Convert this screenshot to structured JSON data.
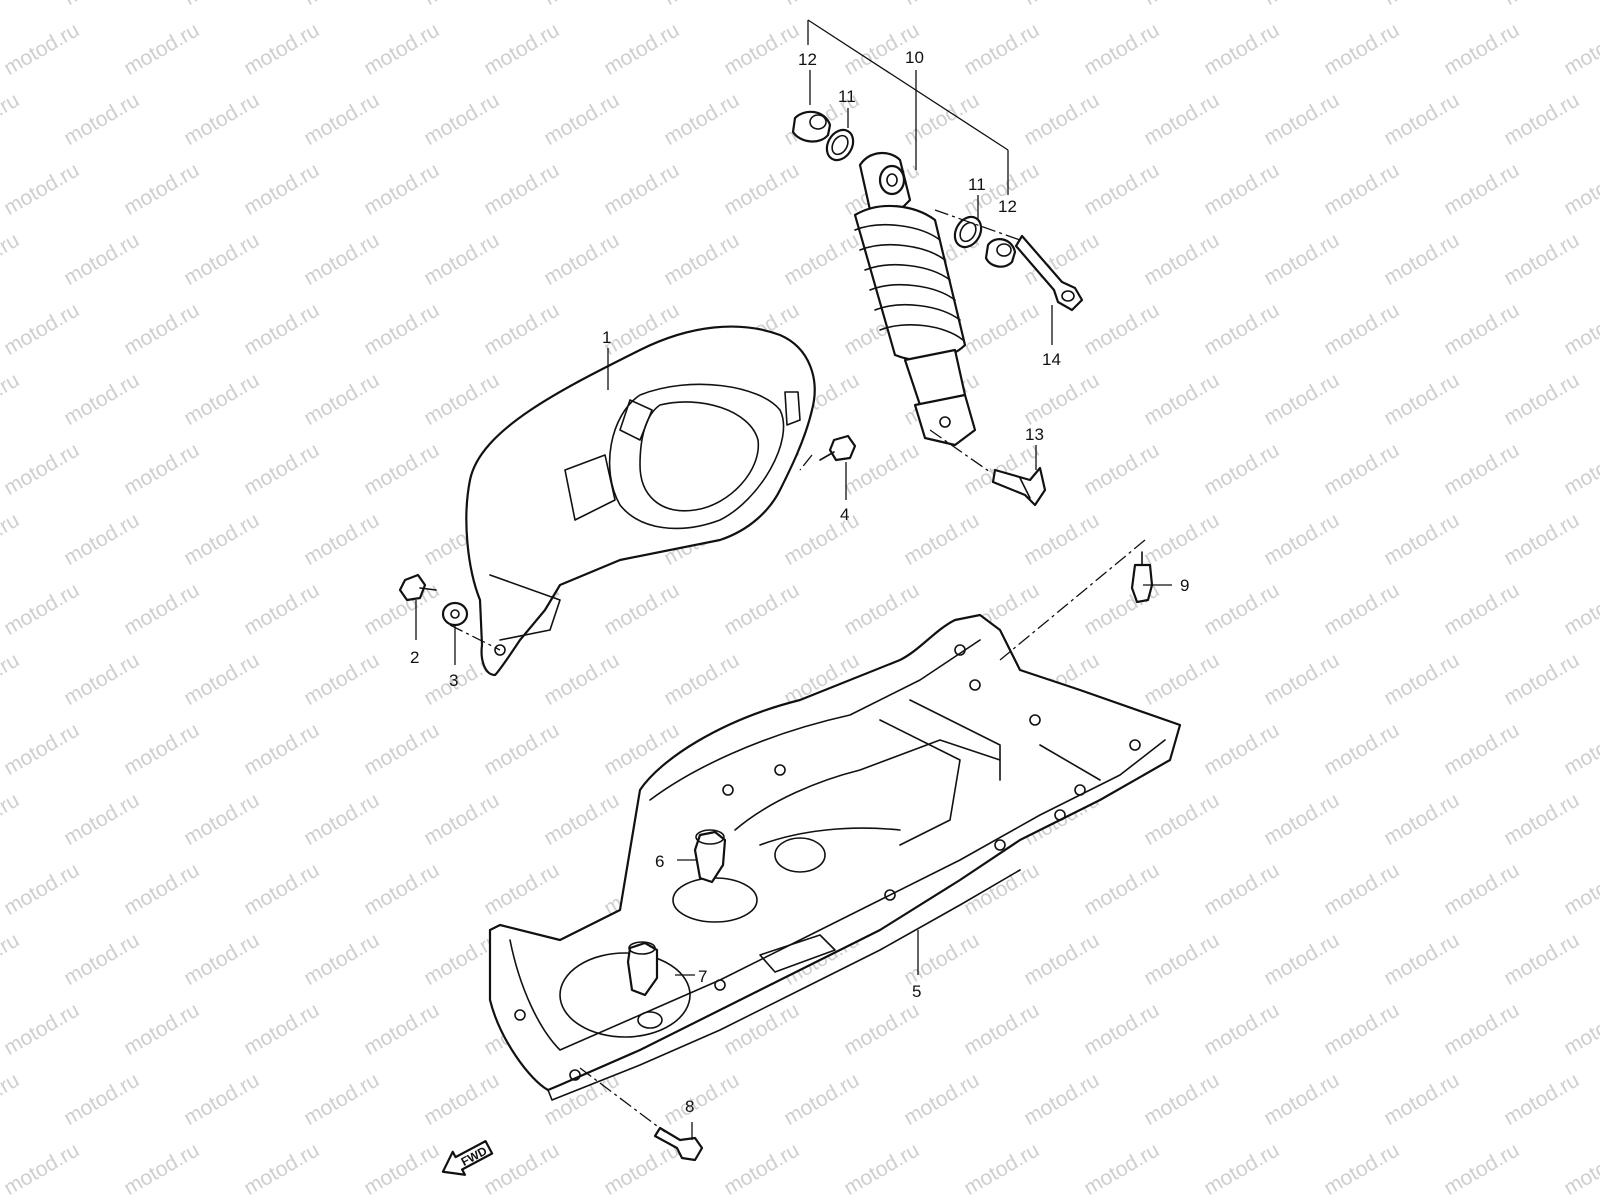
{
  "watermark": {
    "text": "motod.ru",
    "color": "#cfcfcf"
  },
  "callouts": {
    "c1": "1",
    "c2": "2",
    "c3": "3",
    "c4": "4",
    "c5": "5",
    "c6": "6",
    "c7": "7",
    "c8": "8",
    "c9": "9",
    "c10": "10",
    "c11a": "11",
    "c11b": "11",
    "c12a": "12",
    "c12b": "12",
    "c13": "13",
    "c14": "14"
  },
  "fwd_arrow": {
    "label": "FWD"
  }
}
